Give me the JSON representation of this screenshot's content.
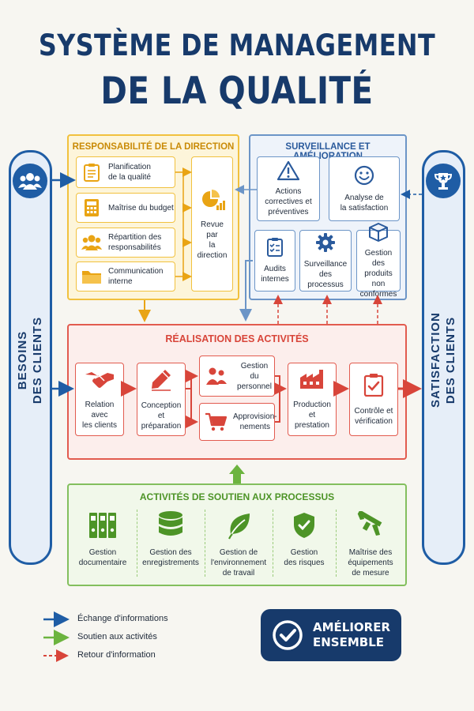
{
  "title": {
    "line1": "SYSTÈME DE MANAGEMENT",
    "line2": "DE LA QUALITÉ"
  },
  "left_pillar": {
    "line1": "BESOINS",
    "line2": "DES CLIENTS",
    "icon": "users-icon"
  },
  "right_pillar": {
    "line1": "SATISFACTION",
    "line2": "DES CLIENTS",
    "icon": "trophy-icon"
  },
  "direction": {
    "title": "RESPONSABILITÉ DE LA DIRECTION",
    "items": [
      {
        "line1": "Planification",
        "line2": "de la qualité",
        "icon": "clipboard-icon"
      },
      {
        "line1": "Maîtrise du budget",
        "line2": "",
        "icon": "calculator-icon"
      },
      {
        "line1": "Répartition des",
        "line2": "responsabilités",
        "icon": "team-icon"
      },
      {
        "line1": "Communication",
        "line2": "interne",
        "icon": "folder-icon"
      }
    ],
    "review": {
      "line1": "Revue par",
      "line2": "la direction",
      "icon": "pie-chart-icon"
    }
  },
  "surveillance": {
    "title": "SURVEILLANCE ET AMÉLIORATION",
    "top": [
      {
        "lines": [
          "Actions",
          "correctives et",
          "préventives"
        ],
        "icon": "warning-icon"
      },
      {
        "lines": [
          "Analyse de",
          "la satisfaction"
        ],
        "icon": "smiley-icon"
      }
    ],
    "bottom": [
      {
        "lines": [
          "Audits",
          "internes"
        ],
        "icon": "checklist-icon"
      },
      {
        "lines": [
          "Surveillance",
          "des processus"
        ],
        "icon": "gear-icon"
      },
      {
        "lines": [
          "Gestion des",
          "produits non",
          "conformes"
        ],
        "icon": "box-icon"
      }
    ]
  },
  "realisation": {
    "title": "RÉALISATION DES ACTIVITÉS",
    "items": [
      {
        "lines": [
          "Relation avec",
          "les clients"
        ],
        "icon": "handshake-icon"
      },
      {
        "lines": [
          "Conception",
          "et préparation"
        ],
        "icon": "pencil-icon"
      },
      {
        "lines": [
          "Gestion",
          "du personnel"
        ],
        "icon": "people-icon"
      },
      {
        "lines": [
          "Approvision-",
          "nements"
        ],
        "icon": "cart-icon"
      },
      {
        "lines": [
          "Production",
          "et prestation"
        ],
        "icon": "factory-icon"
      },
      {
        "lines": [
          "Contrôle et",
          "vérification"
        ],
        "icon": "check-clipboard-icon"
      }
    ]
  },
  "soutien": {
    "title": "ACTIVITÉS DE SOUTIEN AUX PROCESSUS",
    "items": [
      {
        "lines": [
          "Gestion",
          "documentaire"
        ],
        "icon": "binders-icon"
      },
      {
        "lines": [
          "Gestion des",
          "enregistrements"
        ],
        "icon": "database-icon"
      },
      {
        "lines": [
          "Gestion de",
          "l'environnement",
          "de travail"
        ],
        "icon": "leaf-icon"
      },
      {
        "lines": [
          "Gestion",
          "des risques"
        ],
        "icon": "shield-icon"
      },
      {
        "lines": [
          "Maîtrise des",
          "équipements",
          "de mesure"
        ],
        "icon": "caliper-icon"
      }
    ]
  },
  "legend": [
    {
      "label": "Échange d'informations",
      "color": "#1f5da5",
      "style": "solid"
    },
    {
      "label": "Soutien aux activités",
      "color": "#6cb43f",
      "style": "solid"
    },
    {
      "label": "Retour d'information",
      "color": "#d8453a",
      "style": "dashed"
    }
  ],
  "badge": {
    "line1": "AMÉLIORER",
    "line2": "ENSEMBLE",
    "icon": "check-circle-icon"
  },
  "colors": {
    "navy": "#173a6b",
    "blue": "#1f5da5",
    "yellow": "#f1c13e",
    "red": "#e25b4f",
    "green": "#83bf5e"
  }
}
